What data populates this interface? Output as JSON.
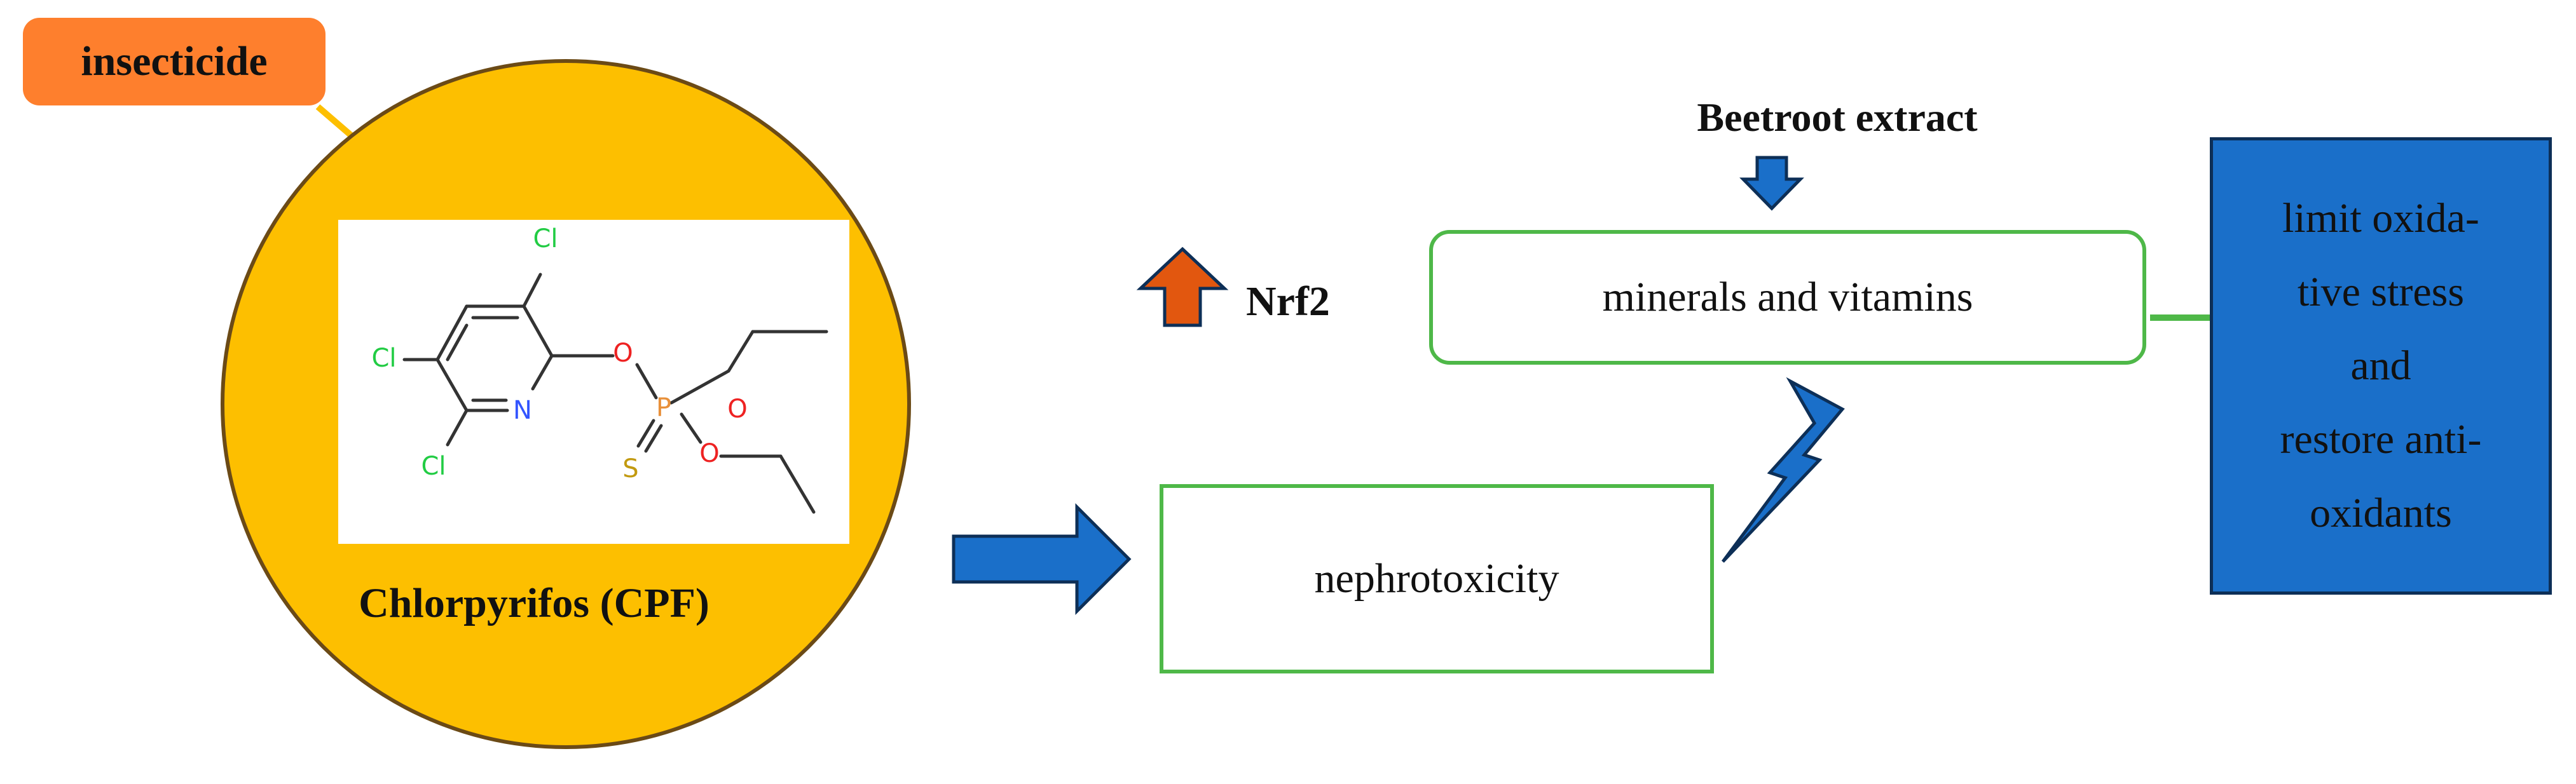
{
  "labels": {
    "insecticide": "insecticide",
    "compound": "Chlorpyrifos (CPF)",
    "nrf2": "Nrf2",
    "beetroot": "Beetroot extract",
    "minerals": "minerals and vitamins",
    "nephrotoxicity": "nephrotoxicity"
  },
  "outcome_lines": [
    "limit oxida-",
    "tive stress",
    "and",
    "restore anti-",
    "oxidants"
  ],
  "atoms": {
    "cl": "Cl",
    "n": "N",
    "o": "O",
    "p": "P",
    "s": "S"
  },
  "colors": {
    "orange_tag": "#fe7f2d",
    "gold_circle": "#fdbf00",
    "circle_border": "#6b4a16",
    "blue_arrow": "#1a6fc9",
    "blue_outline": "#0d2f57",
    "up_arrow": "#e2570f",
    "green_border": "#4eb848",
    "chlorine": "#22cc44",
    "nitrogen": "#3355ff",
    "oxygen": "#ee2222",
    "phosphorus": "#e8903a",
    "sulfur": "#c29a10"
  },
  "icons": {
    "right_arrow": "block-arrow-right-icon",
    "down_arrow": "block-arrow-down-icon",
    "up_arrow": "block-arrow-up-icon",
    "lightning": "lightning-bolt-icon"
  }
}
